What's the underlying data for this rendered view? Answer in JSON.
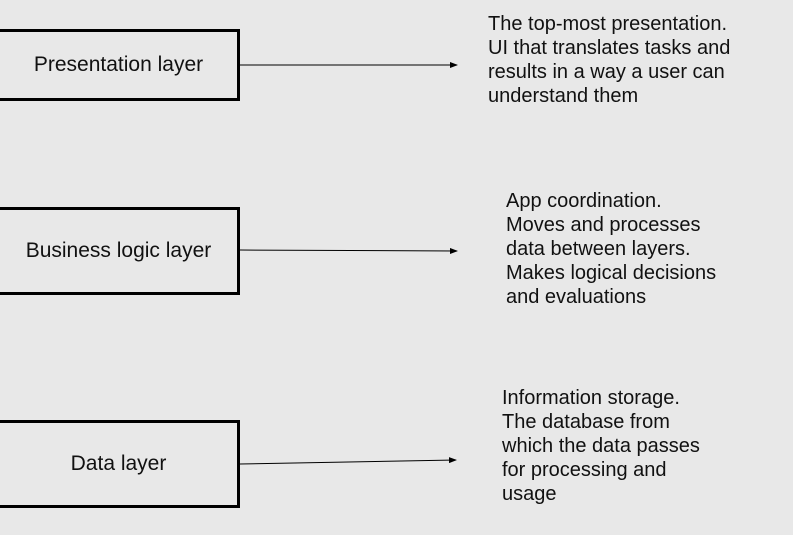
{
  "layers": [
    {
      "label": "Presentation layer",
      "description": [
        "The top-most presentation.",
        "UI that translates tasks and",
        "results in a way a user can",
        "understand them"
      ]
    },
    {
      "label": "Business logic layer",
      "description": [
        "App coordination.",
        "Moves and processes",
        "data between layers.",
        "Makes logical decisions",
        "and evaluations"
      ]
    },
    {
      "label": "Data layer",
      "description": [
        "Information storage.",
        "The database from",
        "which the data passes",
        "for processing and",
        "usage"
      ]
    }
  ]
}
